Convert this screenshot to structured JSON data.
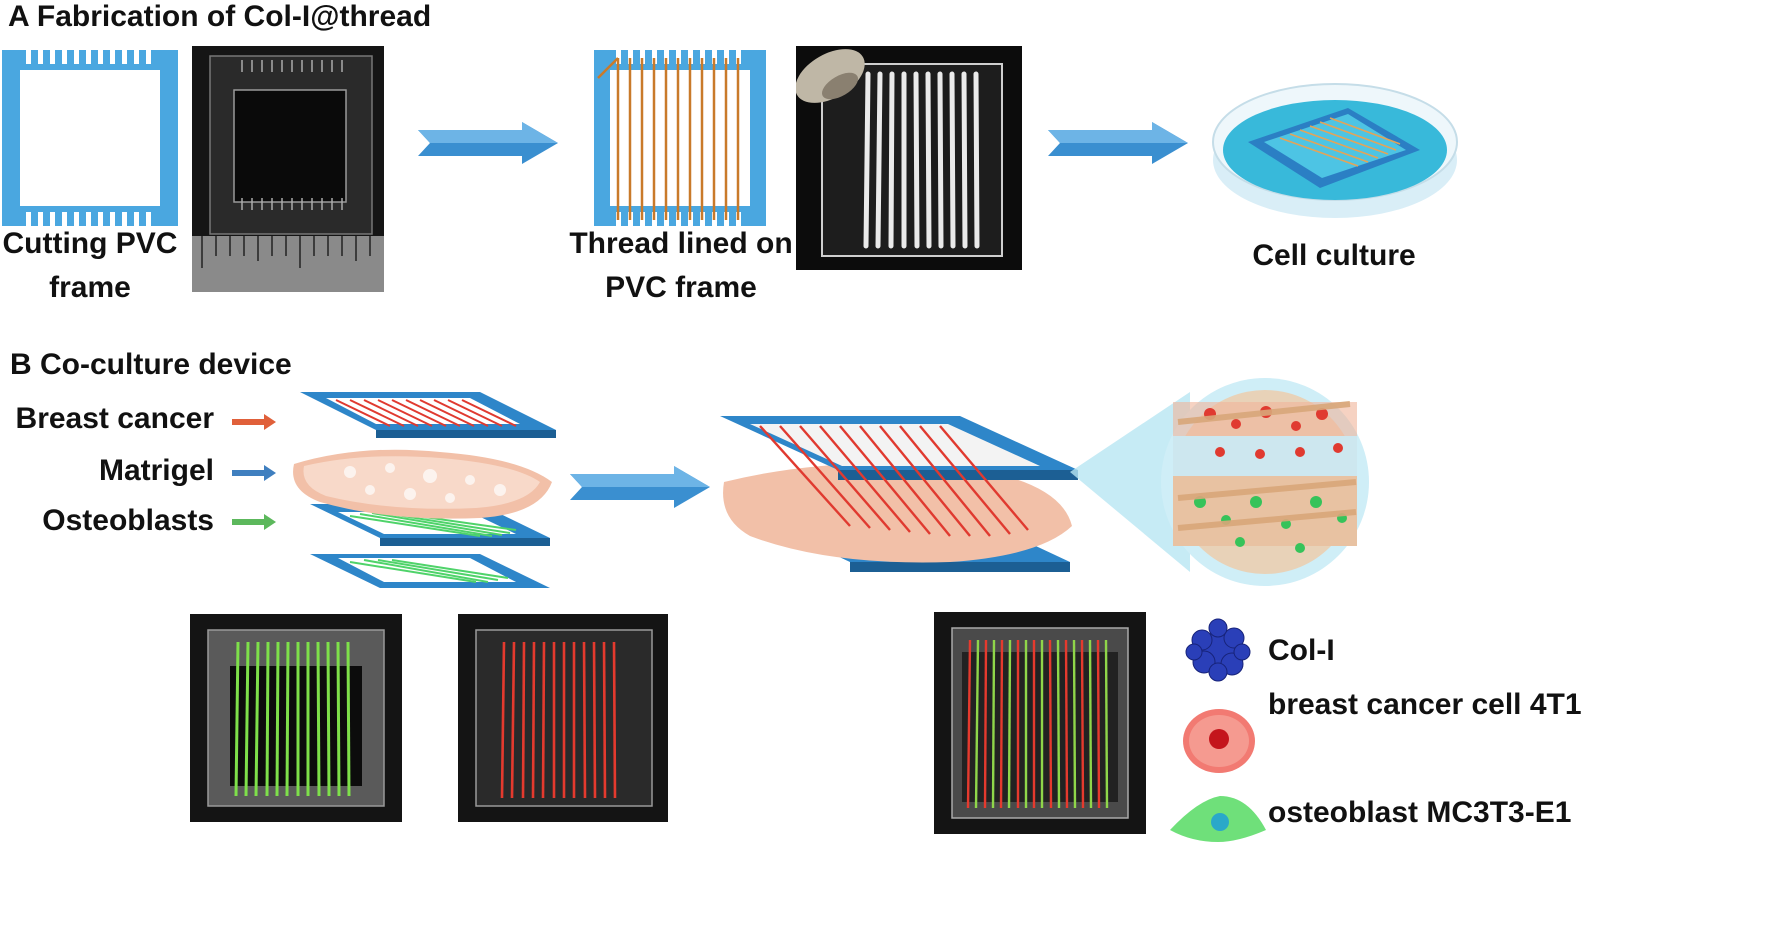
{
  "panel_a": {
    "title": "A  Fabrication of Col-I@thread",
    "caption_cut": "Cutting PVC\nframe",
    "caption_thread": "Thread lined on\nPVC frame",
    "caption_culture": "Cell culture"
  },
  "panel_b": {
    "title": "B Co-culture device",
    "layers": [
      {
        "label": "Breast cancer",
        "arrow_color": "#e0603a"
      },
      {
        "label": "Matrigel",
        "arrow_color": "#3f7fbf"
      },
      {
        "label": "Osteoblasts",
        "arrow_color": "#5cb85c"
      }
    ],
    "legend": [
      {
        "label": "Col-I",
        "icon": "col-i-cluster-icon"
      },
      {
        "label": "breast cancer cell 4T1",
        "icon": "cancer-cell-icon"
      },
      {
        "label": "osteoblast MC3T3-E1",
        "icon": "osteoblast-cell-icon"
      }
    ]
  },
  "colors": {
    "pvc_frame": "#4aa7e0",
    "arrow_blue": "#3a8fd0",
    "thread_orange": "#c97a2a",
    "cancer_red": "#e03a30",
    "osteo_green": "#4fd36a",
    "matrigel": "#f2c0a8"
  }
}
